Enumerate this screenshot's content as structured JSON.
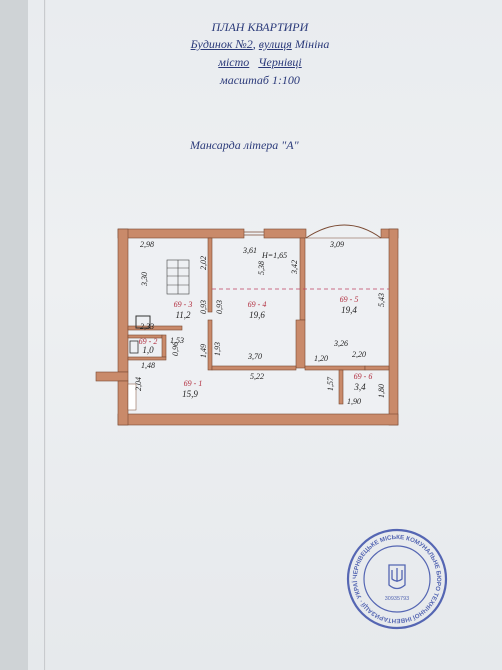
{
  "header": {
    "title": "ПЛАН КВАРТИРИ",
    "building_prefix": "Будинок №2",
    "street_prefix": "вулиця",
    "street": "Мініна",
    "city_label": "місто",
    "city": "Чернівці",
    "scale": "масштаб 1:100"
  },
  "subtitle": "Мансарда літера \"А\"",
  "plan": {
    "height_label": "Н=1,65",
    "rooms": [
      {
        "id": "69 - 1",
        "area": "15,9"
      },
      {
        "id": "69 - 2",
        "area": "1,0"
      },
      {
        "id": "69 - 3",
        "area": "11,2"
      },
      {
        "id": "69 - 4",
        "area": "19,6"
      },
      {
        "id": "69 - 5",
        "area": "19,4"
      },
      {
        "id": "69 - 6",
        "area": "3,4"
      }
    ],
    "dimensions": {
      "d_2_98": "2,98",
      "d_3_61": "3,61",
      "d_3_09": "3,09",
      "d_3_30": "3,30",
      "d_2_02": "2,02",
      "d_5_38": "5,38",
      "d_3_42": "3,42",
      "d_5_43": "5,43",
      "d_0_93a": "0,93",
      "d_0_93b": "0,93",
      "d_2_33": "2,33",
      "d_1_53": "1,53",
      "d_0_96": "0,96",
      "d_1_49": "1,49",
      "d_1_93": "1,93",
      "d_3_70": "3,70",
      "d_3_26": "3,26",
      "d_1_20": "1,20",
      "d_2_20": "2,20",
      "d_1_48": "1,48",
      "d_2_04": "2,04",
      "d_5_22": "5,22",
      "d_1_57": "1,57",
      "d_1_80": "1,80",
      "d_1_90": "1,90"
    }
  },
  "stamp": {
    "ring_text": "ЧЕРНІВЕЦЬКЕ МІСЬКЕ КОМУНАЛЬНЕ БЮРО ТЕХНІЧНОЇ ІНВЕНТАРИЗАЦІЇ · УКРАЇНА ·",
    "code": "30935793"
  }
}
